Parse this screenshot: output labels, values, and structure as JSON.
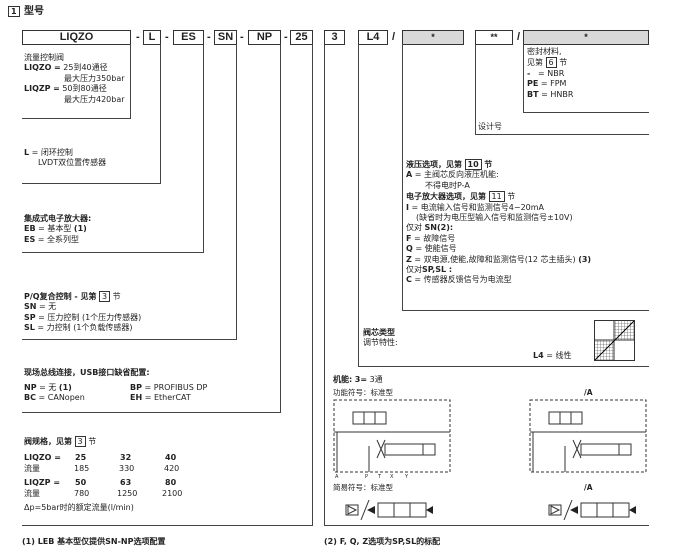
{
  "header": {
    "section_num": "1",
    "title": "型号"
  },
  "code": {
    "liqzo": "LIQZO",
    "dash": "-",
    "l": "L",
    "es": "ES",
    "sn": "SN",
    "np": "NP",
    "size": "25",
    "three": "3",
    "l4": "L4",
    "slash": "/",
    "star1": "*",
    "star2": "**",
    "star3": "*"
  },
  "model": {
    "title": "流量控制阀",
    "r1_code": "LIQZO",
    "r1_eq": "=",
    "r1_a": "25到40通径",
    "r1_b": "最大压力350bar",
    "r2_code": "LIQZP",
    "r2_eq": "=",
    "r2_a": "50到80通径",
    "r2_b": "最大压力420bar"
  },
  "control": {
    "code": "L",
    "text": "= 闭环控制",
    "sub": "LVDT双位置传感器"
  },
  "amp": {
    "title": "集成式电子放大器:",
    "eb": "EB",
    "eb_t": "= 基本型",
    "eb_n": "(1)",
    "es": "ES",
    "es_t": "= 全系列型"
  },
  "pq": {
    "title": "P/Q复合控制 - 见第",
    "sec": "3",
    "end": "节",
    "items": [
      {
        "code": "SN",
        "text": "= 无"
      },
      {
        "code": "SP",
        "text": "= 压力控制 (1个压力传感器)"
      },
      {
        "code": "SL",
        "text": "= 力控制 (1个负载传感器)"
      }
    ]
  },
  "fieldbus": {
    "title": "现场总线连接，USB接口缺省配置:",
    "np": "NP",
    "np_t": "= 无",
    "np_n": "(1)",
    "bc": "BC",
    "bc_t": "= CANopen",
    "bp": "BP",
    "bp_t": "= PROFIBUS DP",
    "eh": "EH",
    "eh_t": "= EtherCAT"
  },
  "size": {
    "title": "阀规格，见第",
    "sec": "3",
    "end": "节",
    "liqzo": "LIQZO =",
    "liqzo_vals": [
      "25",
      "32",
      "40"
    ],
    "flow": "流量",
    "liqzo_flow": [
      "185",
      "330",
      "420"
    ],
    "liqzp": "LIQZP =",
    "liqzp_vals": [
      "50",
      "63",
      "80"
    ],
    "liqzp_flow": [
      "780",
      "1250",
      "2100"
    ],
    "note": "Δp=5bar时的额定流量(l/min)"
  },
  "seal": {
    "title": "密封材料,",
    "see": "见第",
    "sec": "6",
    "end": "节",
    "items": [
      {
        "code": "-",
        "text": "= NBR"
      },
      {
        "code": "PE",
        "text": "= FPM"
      },
      {
        "code": "BT",
        "text": "= HNBR"
      }
    ]
  },
  "design": {
    "label": "设计号"
  },
  "hyd": {
    "title": "液压选项，见第",
    "sec": "10",
    "end": "节",
    "a": "A",
    "a_t": "= 主阀芯反向液压机能:",
    "a_sub": "不得电时P-A"
  },
  "elec": {
    "title": "电子放大器选项，见第",
    "sec": "11",
    "end": "节",
    "i": "I",
    "i_t": "= 电流输入信号和监测信号4−20mA",
    "i_sub": "(缺省时为电压型输入信号和监测信号±10V)",
    "sn_only": "仅对",
    "sn_code": "SN",
    "sn_n": "(2):",
    "f": "F",
    "f_t": "= 故障信号",
    "q": "Q",
    "q_t": "= 使能信号",
    "z": "Z",
    "z_t": "= 双电源,使能,故障和监测信号(12 芯主插头)",
    "z_n": "(3)",
    "spsl_only": "仅对",
    "spsl_code": "SP,SL",
    "spsl_colon": " :",
    "c": "C",
    "c_t": "= 传感器反馈信号为电流型"
  },
  "spool": {
    "title": "阀芯类型",
    "sub": "调节特性:",
    "l4": "L4",
    "l4_t": "= 线性"
  },
  "func": {
    "title": "机能:",
    "code": "3=",
    "text": "3通",
    "sym_std": "功能符号：标准型",
    "sym_a": "/A",
    "simple_std": "简易符号：标准型",
    "simple_a": "/A",
    "ports": [
      "A",
      "P",
      "T",
      "X",
      "Y"
    ]
  },
  "footnotes": {
    "n1_num": "(1)",
    "n1": "LEB 基本型仅提供SN-NP选项配置",
    "n2_num": "(2)",
    "n2": "F, Q, Z选项为SP,SL的标配"
  }
}
